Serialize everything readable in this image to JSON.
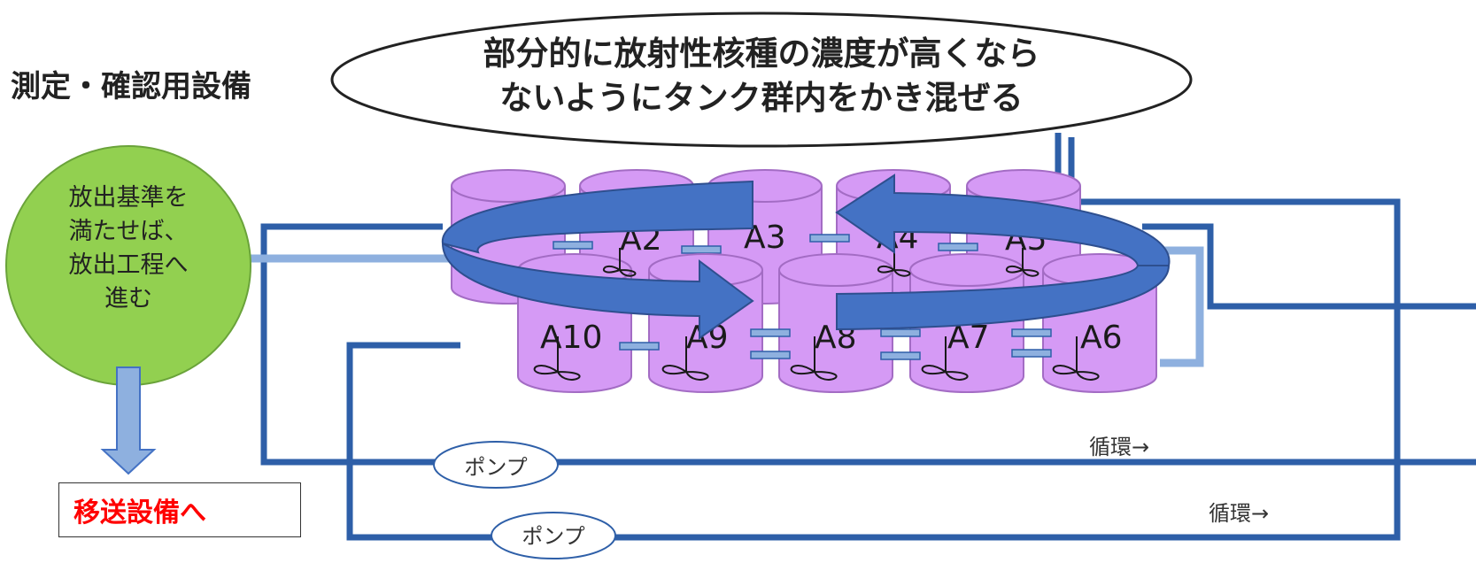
{
  "title": "測定・確認用設備",
  "bubble": {
    "line1": "部分的に放射性核種の濃度が高くなら",
    "line2": "ないようにタンク群内をかき混ぜる"
  },
  "release": {
    "line1": "放出基準を",
    "line2": "満たせば、",
    "line3": "放出工程へ",
    "line4": "進む"
  },
  "transfer": {
    "label": "移送設備へ"
  },
  "pumps": [
    {
      "label": "ポンプ"
    },
    {
      "label": "ポンプ"
    }
  ],
  "circulation": [
    {
      "label": "循環→"
    },
    {
      "label": "循環→"
    }
  ],
  "tanks": {
    "back_row": [
      {
        "label": ""
      },
      {
        "label": "A2"
      },
      {
        "label": "A3"
      },
      {
        "label": "A4"
      },
      {
        "label": "A5"
      }
    ],
    "front_row": [
      {
        "label": "A10"
      },
      {
        "label": "A9"
      },
      {
        "label": "A8"
      },
      {
        "label": "A7"
      },
      {
        "label": "A6"
      }
    ]
  },
  "colors": {
    "pipe": "#2e5fa8",
    "pipe_light": "#8eb0df",
    "tank_fill": "#d59af5",
    "tank_stroke": "#a36cc4",
    "circle_fill": "#92d050",
    "arrow_fill": "#4472c4",
    "text_alert": "#ff0000"
  }
}
